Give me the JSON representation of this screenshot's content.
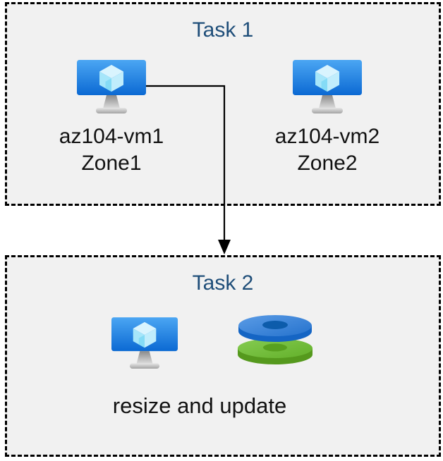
{
  "task1": {
    "title": "Task 1",
    "vms": [
      {
        "name": "az104-vm1",
        "zone": "Zone1"
      },
      {
        "name": "az104-vm2",
        "zone": "Zone2"
      }
    ]
  },
  "task2": {
    "title": "Task 2",
    "caption": "resize and update"
  },
  "icons": {
    "vm": "azure-virtual-machine-icon",
    "disks": "azure-managed-disks-icon",
    "arrow": "flow-arrow-down"
  },
  "colors": {
    "box_fill": "#f1f1f1",
    "box_border": "#000000",
    "title_text": "#1f4e79",
    "label_text": "#111111",
    "vm_screen_top": "#4ba6f3",
    "vm_screen_bottom": "#0b69d3",
    "disk_blue": "#3c84da",
    "disk_blue_hole": "#0d5cab",
    "disk_green": "#74c13c",
    "disk_green_hole": "#58a01f"
  }
}
